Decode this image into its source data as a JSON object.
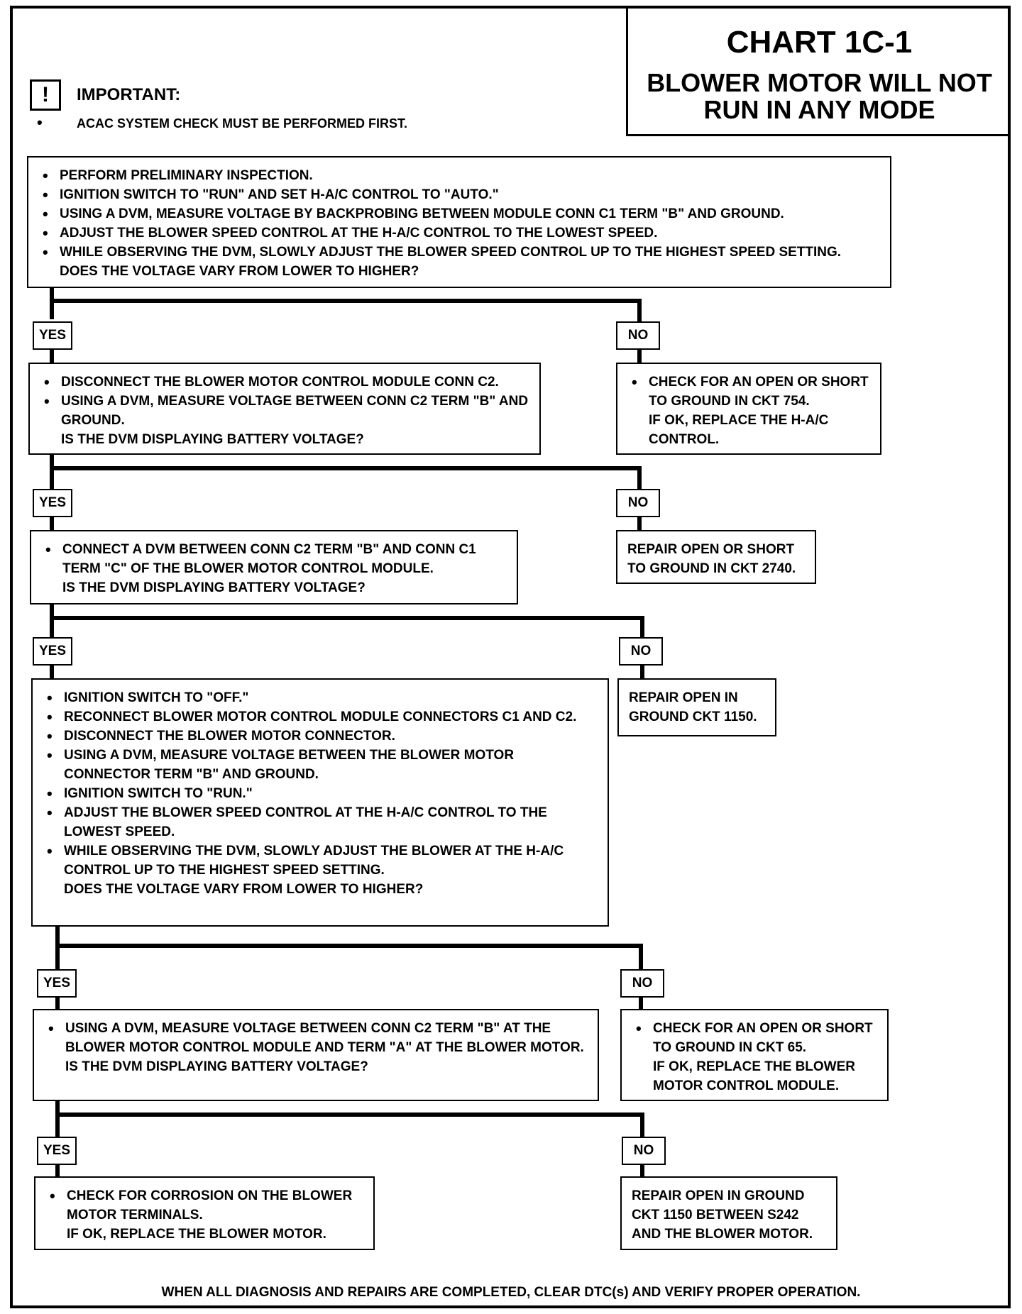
{
  "header": {
    "chart_title": "CHART 1C-1",
    "chart_subtitle": "BLOWER MOTOR WILL NOT RUN IN ANY MODE",
    "important_icon": "!",
    "important_label": "IMPORTANT:",
    "important_text": "ACAC SYSTEM CHECK MUST BE PERFORMED FIRST."
  },
  "labels": {
    "yes": "YES",
    "no": "NO"
  },
  "steps": {
    "s1": {
      "bullets": [
        "PERFORM PRELIMINARY INSPECTION.",
        "IGNITION SWITCH TO \"RUN\" AND SET H-A/C CONTROL TO \"AUTO.\"",
        "USING A DVM, MEASURE VOLTAGE BY BACKPROBING BETWEEN MODULE CONN C1 TERM \"B\" AND GROUND.",
        "ADJUST THE BLOWER SPEED CONTROL AT THE H-A/C CONTROL TO THE LOWEST SPEED.",
        "WHILE OBSERVING THE DVM, SLOWLY ADJUST THE BLOWER SPEED CONTROL UP TO THE HIGHEST SPEED SETTING."
      ],
      "question": "DOES THE VOLTAGE VARY FROM LOWER TO HIGHER?"
    },
    "s2": {
      "bullets": [
        "DISCONNECT THE BLOWER MOTOR CONTROL MODULE CONN C2.",
        "USING A DVM, MEASURE VOLTAGE BETWEEN CONN C2 TERM \"B\" AND GROUND."
      ],
      "question": "IS THE DVM DISPLAYING BATTERY VOLTAGE?"
    },
    "n1": {
      "bullets": [
        "CHECK FOR AN OPEN OR SHORT TO GROUND IN CKT 754."
      ],
      "question": "IF OK, REPLACE THE H-A/C CONTROL."
    },
    "s3": {
      "bullets": [
        "CONNECT A DVM BETWEEN CONN C2 TERM \"B\" AND CONN C1 TERM \"C\" OF THE BLOWER MOTOR CONTROL MODULE."
      ],
      "question": "IS THE DVM DISPLAYING BATTERY VOLTAGE?"
    },
    "n2": {
      "text": "REPAIR OPEN OR SHORT TO GROUND IN CKT 2740."
    },
    "s4": {
      "bullets": [
        "IGNITION SWITCH TO \"OFF.\"",
        "RECONNECT BLOWER MOTOR CONTROL MODULE CONNECTORS C1 AND C2.",
        "DISCONNECT THE BLOWER MOTOR CONNECTOR.",
        "USING A DVM, MEASURE VOLTAGE BETWEEN THE BLOWER MOTOR CONNECTOR TERM \"B\" AND GROUND.",
        "IGNITION SWITCH TO \"RUN.\"",
        "ADJUST THE BLOWER SPEED CONTROL AT THE H-A/C CONTROL TO THE LOWEST SPEED.",
        "WHILE OBSERVING THE DVM, SLOWLY ADJUST THE BLOWER AT THE H-A/C CONTROL UP TO THE HIGHEST SPEED SETTING."
      ],
      "question": "DOES THE VOLTAGE VARY FROM LOWER TO HIGHER?"
    },
    "n3": {
      "text": "REPAIR OPEN IN GROUND CKT 1150."
    },
    "s5": {
      "bullets": [
        "USING A DVM, MEASURE VOLTAGE BETWEEN CONN C2 TERM \"B\" AT THE BLOWER MOTOR CONTROL MODULE AND TERM \"A\" AT THE BLOWER MOTOR."
      ],
      "question": "IS THE DVM DISPLAYING BATTERY VOLTAGE?"
    },
    "n4": {
      "bullets": [
        "CHECK FOR AN OPEN OR SHORT TO GROUND IN CKT 65."
      ],
      "question": "IF OK, REPLACE THE BLOWER MOTOR CONTROL MODULE."
    },
    "s6": {
      "bullets": [
        "CHECK FOR CORROSION ON THE BLOWER MOTOR TERMINALS."
      ],
      "question": "IF OK, REPLACE THE BLOWER MOTOR."
    },
    "n5": {
      "text": "REPAIR OPEN IN GROUND CKT 1150 BETWEEN S242 AND THE BLOWER MOTOR."
    }
  },
  "footer": "WHEN ALL DIAGNOSIS AND REPAIRS ARE COMPLETED, CLEAR DTC(s) AND VERIFY PROPER OPERATION."
}
